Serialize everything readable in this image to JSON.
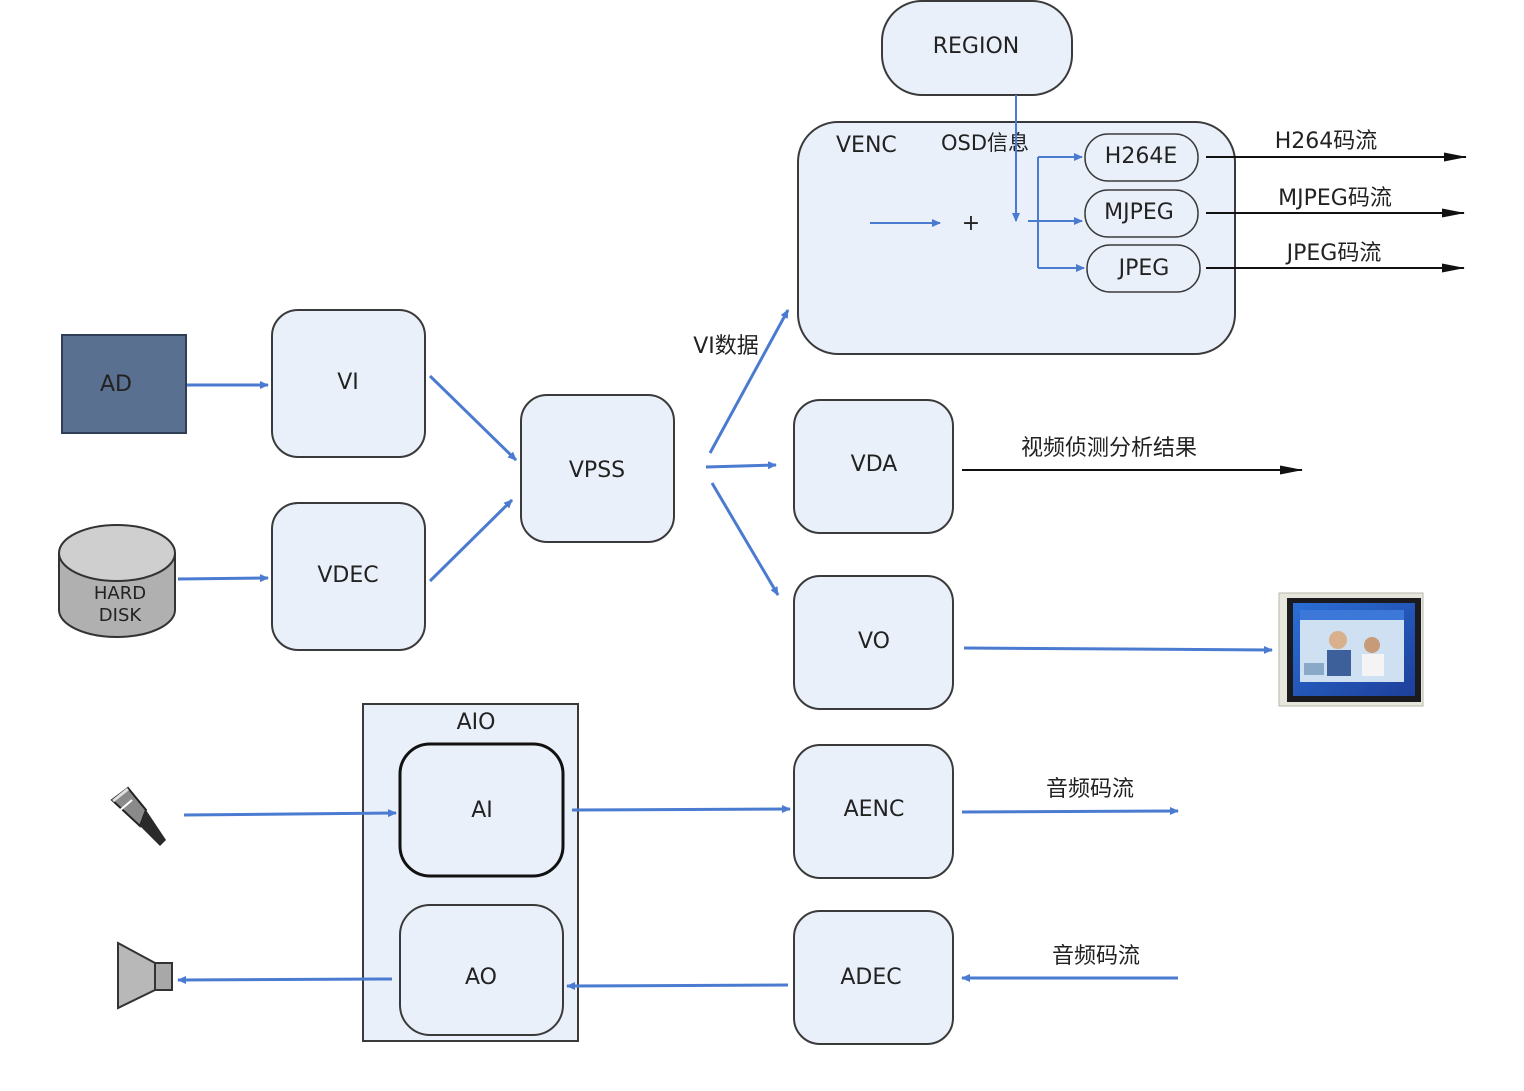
{
  "colors": {
    "box_fill": "#eaf0fa",
    "box_stroke": "#3a3a3a",
    "ad_fill": "#5a7090",
    "arrow_blue": "#4a7bd0",
    "arrow_black": "#111111"
  },
  "nodes": {
    "ad": "AD",
    "hard_disk_line1": "HARD",
    "hard_disk_line2": "DISK",
    "vi": "VI",
    "vdec": "VDEC",
    "vpss": "VPSS",
    "region": "REGION",
    "venc": "VENC",
    "osd": "OSD信息",
    "plus": "+",
    "h264e": "H264E",
    "mjpeg": "MJPEG",
    "jpeg": "JPEG",
    "vda": "VDA",
    "vo": "VO",
    "aio": "AIO",
    "ai": "AI",
    "ao": "AO",
    "aenc": "AENC",
    "adec": "ADEC"
  },
  "labels": {
    "vi_data": "VI数据",
    "h264_stream": "H264码流",
    "mjpeg_stream": "MJPEG码流",
    "jpeg_stream": "JPEG码流",
    "vda_result": "视频侦测分析结果",
    "audio_stream_out": "音频码流",
    "audio_stream_in": "音频码流"
  },
  "icons": {
    "display": "monitor-icon",
    "microphone": "microphone-icon",
    "speaker": "speaker-icon",
    "hard_disk": "hard-disk-icon"
  }
}
